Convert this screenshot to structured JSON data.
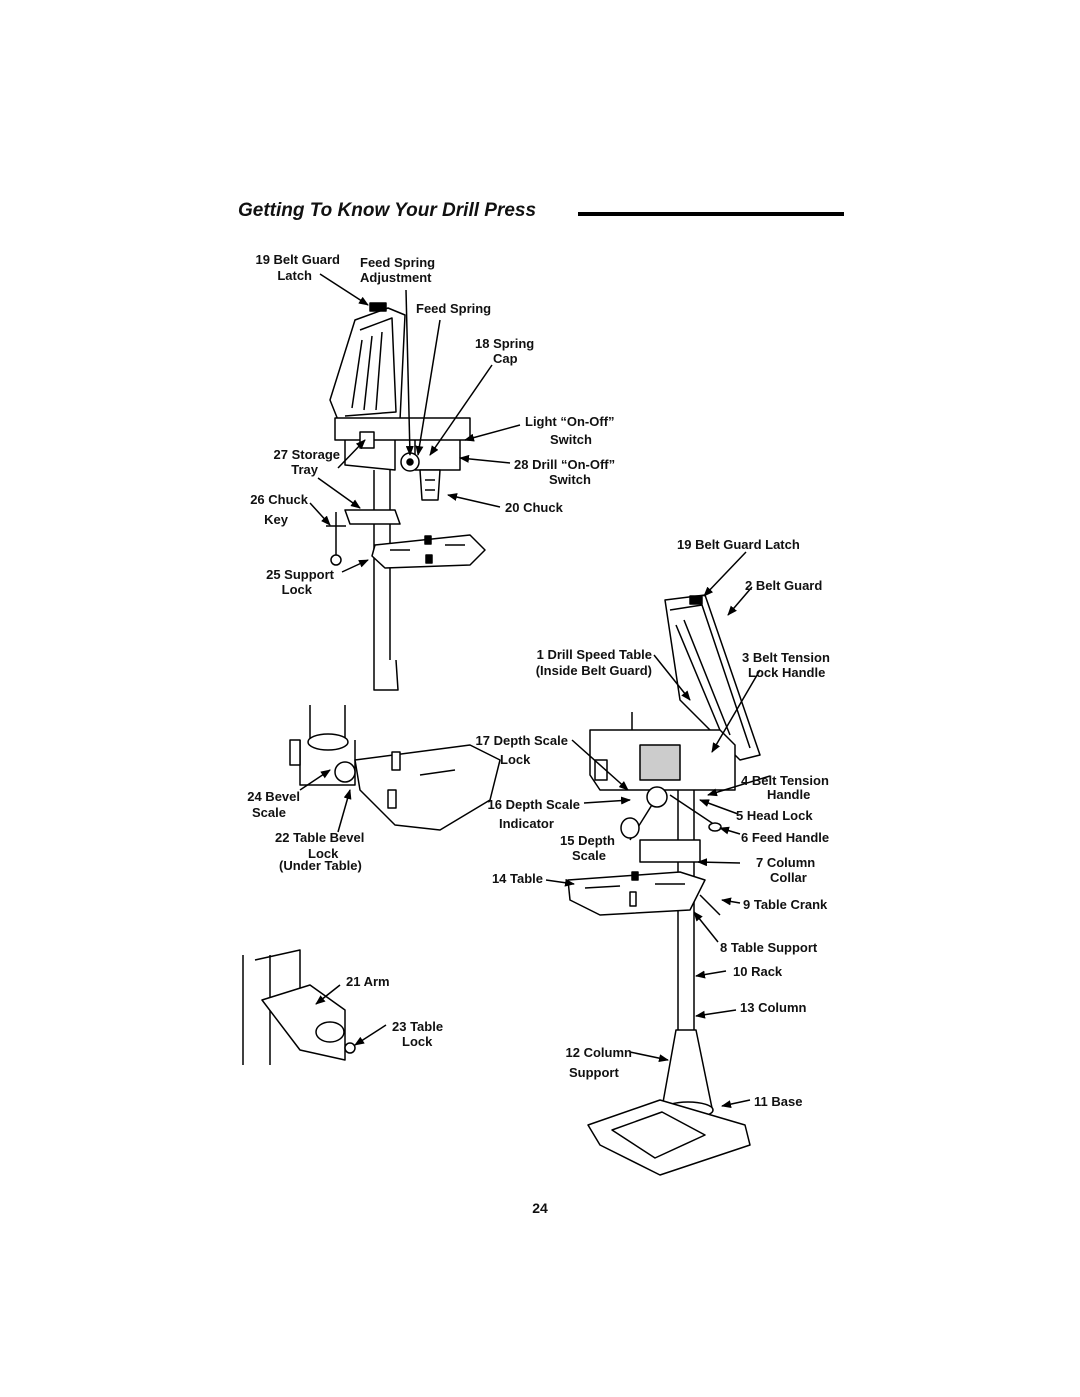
{
  "title": "Getting To Know Your Drill Press",
  "page_number": "24",
  "labels": {
    "belt_guard_latch_top": "19 Belt Guard",
    "belt_guard_latch_top2": "Latch",
    "feed_spring_adjustment": "Feed Spring",
    "feed_spring_adjustment2": "Adjustment",
    "feed_spring": "Feed Spring",
    "spring_cap": "18 Spring",
    "spring_cap2": "Cap",
    "light_switch": "Light “On-Off”",
    "light_switch2": "Switch",
    "storage_tray": "27 Storage",
    "storage_tray2": "Tray",
    "drill_switch": "28 Drill “On-Off”",
    "drill_switch2": "Switch",
    "chuck_key": "26 Chuck",
    "chuck_key2": "Key",
    "chuck": "20 Chuck",
    "support_lock": "25 Support",
    "support_lock2": "Lock",
    "belt_guard_latch": "19 Belt Guard Latch",
    "belt_guard": "2 Belt Guard",
    "drill_speed_table": "1 Drill Speed Table",
    "drill_speed_table2": "(Inside Belt Guard)",
    "belt_tension_lock": "3 Belt Tension",
    "belt_tension_lock2": "Lock Handle",
    "depth_scale_lock": "17 Depth Scale",
    "depth_scale_lock2": "Lock",
    "belt_tension_handle": "4 Belt Tension",
    "belt_tension_handle2": "Handle",
    "bevel_scale": "24 Bevel",
    "bevel_scale2": "Scale",
    "depth_scale_indicator": "16 Depth Scale",
    "depth_scale_indicator2": "Indicator",
    "head_lock": "5 Head Lock",
    "table_bevel_lock": "22 Table Bevel",
    "table_bevel_lock2": "Lock",
    "table_bevel_lock3": "(Under Table)",
    "depth_scale": "15 Depth",
    "depth_scale2": "Scale",
    "feed_handle": "6 Feed Handle",
    "column_collar": "7 Column",
    "column_collar2": "Collar",
    "table": "14 Table",
    "table_crank": "9 Table Crank",
    "table_support": "8 Table Support",
    "arm": "21 Arm",
    "rack": "10 Rack",
    "column": "13 Column",
    "table_lock": "23 Table",
    "table_lock2": "Lock",
    "column_support": "12 Column",
    "column_support2": "Support",
    "base": "11 Base"
  }
}
